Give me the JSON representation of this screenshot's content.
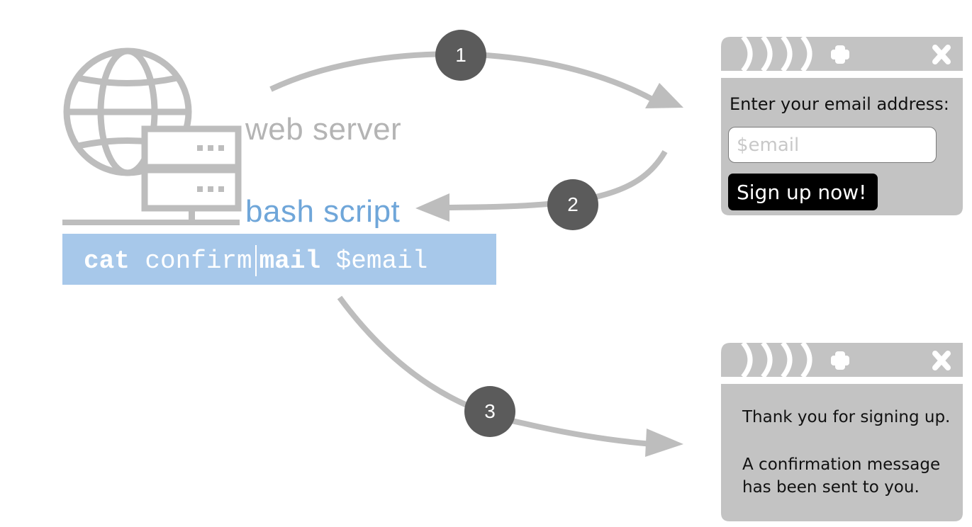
{
  "server": {
    "web_server_label": "web server",
    "bash_script_label": "bash script",
    "globe_icon": "globe-icon",
    "server_icon": "server-rack-icon"
  },
  "command": {
    "cat": "cat",
    "confirm": " confirm",
    "mail": "mail",
    "email": " $email"
  },
  "steps": {
    "one": "1",
    "two": "2",
    "three": "3"
  },
  "signup_window": {
    "prompt": "Enter your email address:",
    "input_placeholder": "$email",
    "button_label": "Sign up now!"
  },
  "thanks_window": {
    "line1": "Thank you for signing up.",
    "line2": "A confirmation message has been sent to you."
  },
  "colors": {
    "gray": "#bdbdbd",
    "blue_text": "#6fa6d9",
    "blue_bar": "#a7c8ea",
    "step_circle": "#5b5b5b",
    "window": "#c3c3c3"
  }
}
